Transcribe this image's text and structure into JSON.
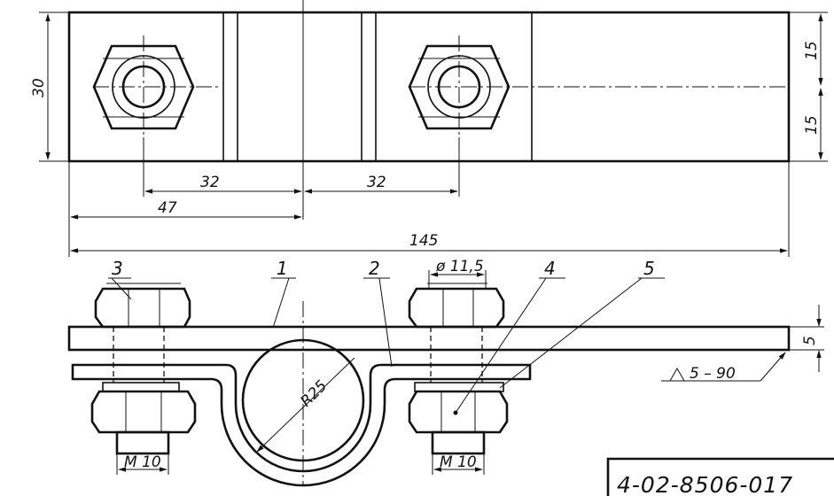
{
  "dimensions": {
    "height_total": "30",
    "half_top": "15",
    "half_bottom": "15",
    "spacing_a": "32",
    "spacing_b": "32",
    "offset": "47",
    "length_total": "145",
    "hole_diameter": "ø 11,5",
    "pipe_radius": "R25",
    "bolt_a": "M 10",
    "bolt_b": "M 10",
    "plate_thickness": "5",
    "weld": "5 – 90"
  },
  "callouts": [
    "3",
    "1",
    "2",
    "4",
    "5"
  ],
  "drawing_number": "4-02-8506-017"
}
